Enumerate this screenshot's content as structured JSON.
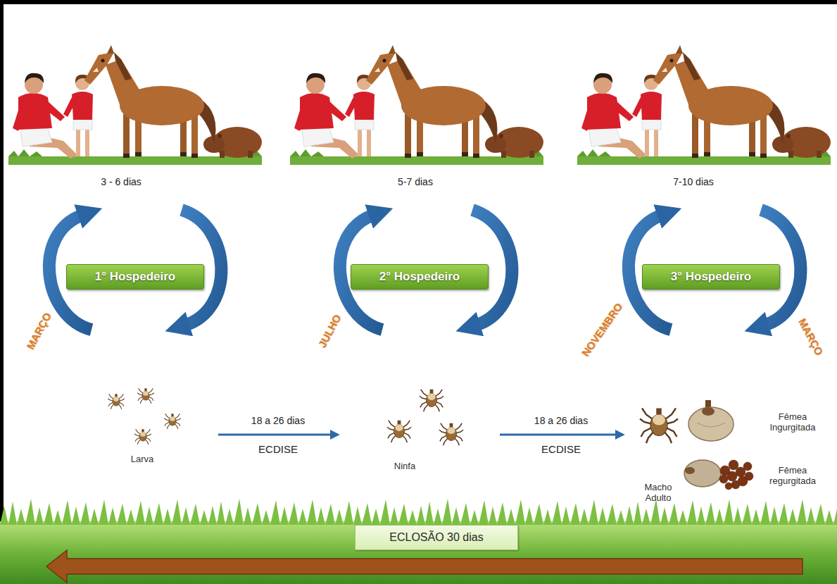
{
  "diagram": {
    "nodes": [
      {
        "text": [
          "1° Hospedeiro"
        ]
      },
      {
        "text": [
          "2° Hospedeiro"
        ]
      },
      {
        "text": [
          "3° Hospedeiro"
        ]
      },
      {
        "text": [
          "ECLOSÃO 30 dias"
        ]
      }
    ],
    "labels": [
      "3 - 6 dias",
      "5-7 dias",
      "7-10 dias",
      "MARÇO",
      "JULHO",
      "NOVEMBRO",
      "MARÇO",
      "Larva",
      "18 a 26 dias",
      "ECDISE",
      "Ninfa",
      "18 a 26 dias",
      "ECDISE",
      "Macho Adulto",
      "Fêmea Ingurgitada",
      "Fêmea regurgitada"
    ]
  }
}
